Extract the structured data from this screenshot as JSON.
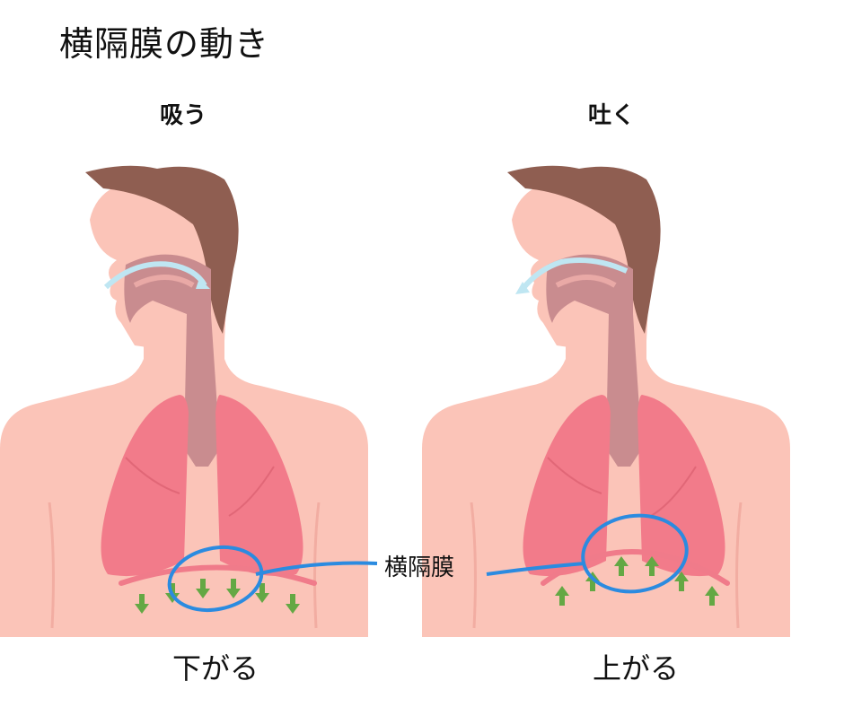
{
  "title": "横隔膜の動き",
  "panels": [
    {
      "id": "inhale",
      "heading": "吸う",
      "caption": "下がる",
      "arrow_direction": "down"
    },
    {
      "id": "exhale",
      "heading": "吐く",
      "caption": "上がる",
      "arrow_direction": "up"
    }
  ],
  "center_label": "横隔膜",
  "colors": {
    "skin": "#fbc4b8",
    "skin_shadow": "#f2ada2",
    "hair": "#8f5e51",
    "airway": "#c98c8f",
    "lung": "#f27b8a",
    "diaphragm": "#f07b8a",
    "arrow_green": "#64a844",
    "air_flow": "#bfe6f2",
    "annotation_blue": "#2b8be0"
  }
}
